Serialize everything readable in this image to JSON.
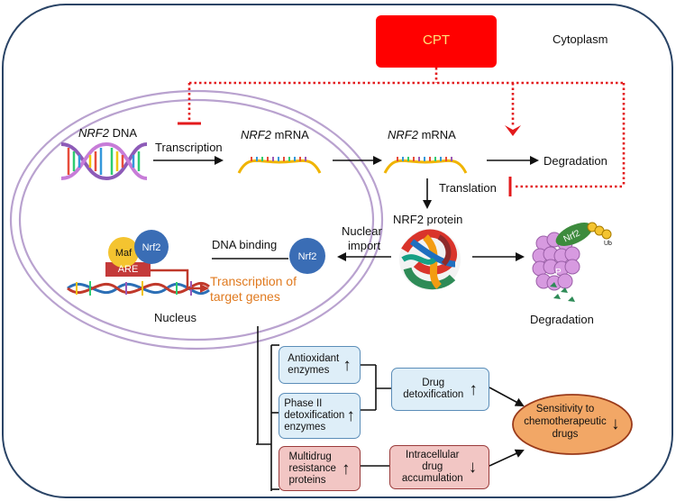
{
  "labels": {
    "cpt": "CPT",
    "cytoplasm": "Cytoplasm",
    "nrf2_dna_gene": "NRF2",
    "nrf2_dna_suffix": " DNA",
    "transcription": "Transcription",
    "nrf2_mrna_gene": "NRF2",
    "nrf2_mrna_suffix": " mRNA",
    "degradation_mrna": "Degradation",
    "translation": "Translation",
    "nrf2_protein": "NRF2 protein",
    "nuclear_import_1": "Nuclear",
    "nuclear_import_2": "import",
    "dna_binding": "DNA binding",
    "nrf2_small": "Nrf2",
    "maf": "Maf",
    "are": "ARE",
    "transcription_target_1": "Transcription of",
    "transcription_target_2": "target genes",
    "nucleus": "Nucleus",
    "proteasome_nrf2": "Nrf2",
    "ub": "Ub",
    "p": "P",
    "degradation_protein": "Degradation"
  },
  "effects": {
    "antioxidant_1": "Antioxidant",
    "antioxidant_2": "enzymes",
    "phase2_1": "Phase II",
    "phase2_2": "detoxification",
    "phase2_3": "enzymes",
    "multidrug_1": "Multidrug",
    "multidrug_2": "resistance",
    "multidrug_3": "proteins",
    "drug_detox_1": "Drug",
    "drug_detox_2": "detoxification",
    "intracellular_1": "Intracellular",
    "intracellular_2": "drug",
    "intracellular_3": "accumulation",
    "sensitivity_1": "Sensitivity to",
    "sensitivity_2": "chemotherapeutic",
    "sensitivity_3": "drugs",
    "up": "↑",
    "down": "↓"
  },
  "colors": {
    "cpt_fill": "#ff0000",
    "cpt_text": "#ffe37a",
    "inhibit_line": "#e31a1c",
    "cell_border": "#2a4466",
    "nucleus_border": "#b9a2cf",
    "target_genes_text": "#e07a1f",
    "nrf2_circle": "#3a6db5",
    "maf_circle": "#f4c430",
    "are_box": "#c43a3a",
    "sensitivity_fill": "#f2a766",
    "sensitivity_border": "#9a3b1b"
  }
}
